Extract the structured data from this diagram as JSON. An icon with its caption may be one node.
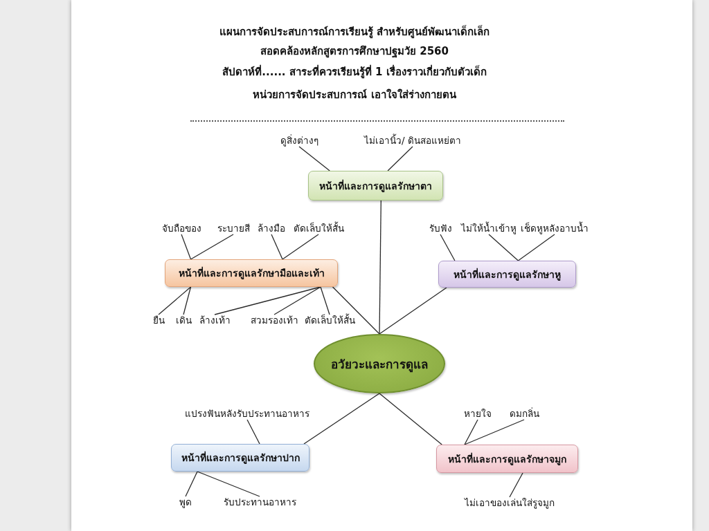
{
  "diagram": {
    "title": "แผนการจัดประสบการณ์การเรียนรู้ สำหรับศูนย์พัฒนาเด็กเล็ก",
    "nodes": [
      {
        "text": [
          "อวัยวะและการดูแล"
        ]
      },
      {
        "text": [
          "หน้าที่และการดูแลรักษาตา"
        ]
      },
      {
        "text": [
          "หน้าที่และการดูแลรักษามือและเท้า"
        ]
      },
      {
        "text": [
          "หน้าที่และการดูแลรักษาหู"
        ]
      },
      {
        "text": [
          "หน้าที่และการดูแลรักษาปาก"
        ]
      },
      {
        "text": [
          "หน้าที่และการดูแลรักษาจมูก"
        ]
      },
      {
        "text": [
          "ดูสิ่งต่างๆ"
        ]
      },
      {
        "text": [
          "ไม่เอานิ้ว/ ดินสอแหย่ตา"
        ]
      },
      {
        "text": [
          "จับถือของ"
        ]
      },
      {
        "text": [
          "ระบายสี"
        ]
      },
      {
        "text": [
          "ล้างมือ"
        ]
      },
      {
        "text": [
          "ตัดเล็บให้สั้น"
        ]
      },
      {
        "text": [
          "ยืน"
        ]
      },
      {
        "text": [
          "เดิน"
        ]
      },
      {
        "text": [
          "ล้างเท้า"
        ]
      },
      {
        "text": [
          "สวมรองเท้า"
        ]
      },
      {
        "text": [
          "ตัดเล็บให้สั้น"
        ]
      },
      {
        "text": [
          "รับฟัง"
        ]
      },
      {
        "text": [
          "ไม่ให้น้ำเข้าหู"
        ]
      },
      {
        "text": [
          "เช็ดหูหลังอาบน้ำ"
        ]
      },
      {
        "text": [
          "แปรงฟันหลังรับประทานอาหาร"
        ]
      },
      {
        "text": [
          "พูด"
        ]
      },
      {
        "text": [
          "รับประทานอาหาร"
        ]
      },
      {
        "text": [
          "หายใจ"
        ]
      },
      {
        "text": [
          "ดมกลิ่น"
        ]
      },
      {
        "text": [
          "ไม่เอาของเล่นใส่รูจมูก"
        ]
      }
    ],
    "edges": [
      {
        "from": 6,
        "to": 1,
        "arrow": "none"
      },
      {
        "from": 7,
        "to": 1,
        "arrow": "none"
      },
      {
        "from": 8,
        "to": 2,
        "arrow": "none"
      },
      {
        "from": 9,
        "to": 2,
        "arrow": "none"
      },
      {
        "from": 10,
        "to": 2,
        "arrow": "none"
      },
      {
        "from": 11,
        "to": 2,
        "arrow": "none"
      },
      {
        "from": 12,
        "to": 2,
        "arrow": "none"
      },
      {
        "from": 13,
        "to": 2,
        "arrow": "none"
      },
      {
        "from": 14,
        "to": 2,
        "arrow": "none"
      },
      {
        "from": 15,
        "to": 2,
        "arrow": "none"
      },
      {
        "from": 16,
        "to": 2,
        "arrow": "none"
      },
      {
        "from": 17,
        "to": 3,
        "arrow": "none"
      },
      {
        "from": 18,
        "to": 3,
        "arrow": "none"
      },
      {
        "from": 19,
        "to": 3,
        "arrow": "none"
      },
      {
        "from": 20,
        "to": 4,
        "arrow": "none"
      },
      {
        "from": 21,
        "to": 4,
        "arrow": "none"
      },
      {
        "from": 22,
        "to": 4,
        "arrow": "none"
      },
      {
        "from": 23,
        "to": 5,
        "arrow": "none"
      },
      {
        "from": 24,
        "to": 5,
        "arrow": "none"
      },
      {
        "from": 25,
        "to": 5,
        "arrow": "none"
      },
      {
        "from": 0,
        "to": 1,
        "arrow": "none"
      },
      {
        "from": 0,
        "to": 2,
        "arrow": "none"
      },
      {
        "from": 0,
        "to": 3,
        "arrow": "none"
      },
      {
        "from": 0,
        "to": 4,
        "arrow": "none"
      },
      {
        "from": 0,
        "to": 5,
        "arrow": "none"
      }
    ],
    "labels": [
      "สอดคล้องหลักสูตรการศึกษาปฐมวัย 2560",
      "สัปดาห์ที่...... สาระที่ควรเรียนรู้ที่ 1 เรื่องราวเกี่ยวกับตัวเด็ก",
      "หน่วยการจัดประสบการณ์ เอาใจใส่ร่างกายตน"
    ]
  }
}
